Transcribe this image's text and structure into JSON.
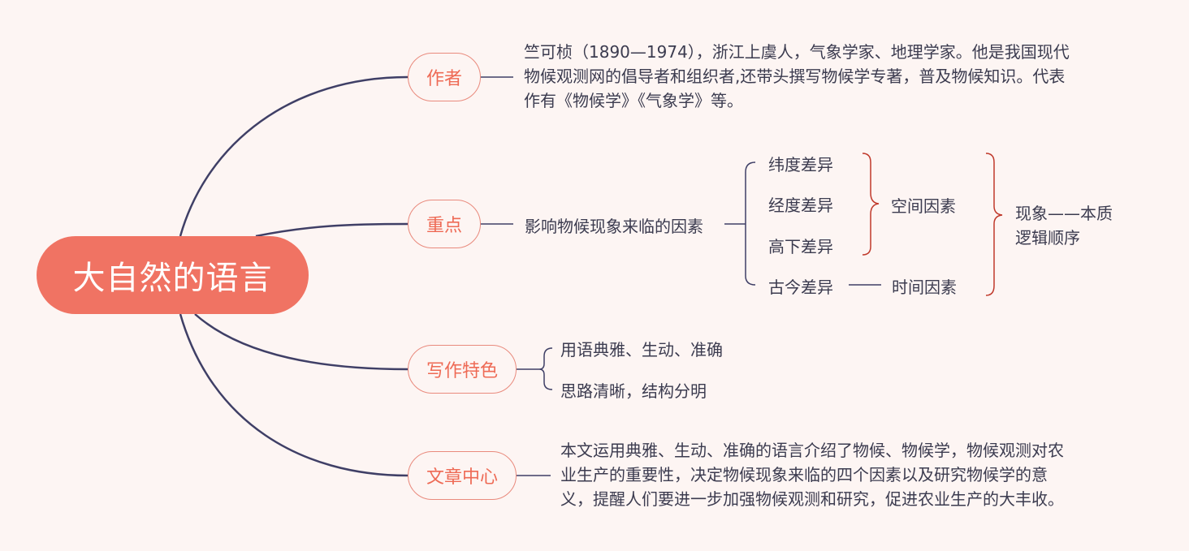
{
  "root": {
    "title": "大自然的语言"
  },
  "author": {
    "label": "作者",
    "lines": [
      "竺可桢（1890—1974），浙江上虞人，气象学家、地理学家。他是我国现代",
      "物候观测网的倡导者和组织者,还带头撰写物候学专著，普及物候知识。代表",
      "作有《物候学》《气象学》等。"
    ]
  },
  "focus": {
    "label": "重点",
    "factor": "影响物候现象来临的因素",
    "items": [
      "纬度差异",
      "经度差异",
      "高下差异",
      "古今差异"
    ],
    "space_group": "空间因素",
    "time_group": "时间因素",
    "order_lines": [
      "现象——本质",
      "逻辑顺序"
    ]
  },
  "style": {
    "label": "写作特色",
    "items": [
      "用语典雅、生动、准确",
      "思路清晰，结构分明"
    ]
  },
  "center": {
    "label": "文章中心",
    "lines": [
      "本文运用典雅、生动、准确的语言介绍了物候、物候学，物候观测对农",
      "业生产的重要性，决定物候现象来临的四个因素以及研究物候学的意",
      "义，提醒人们要进一步加强物候观测和研究，促进农业生产的大丰收。"
    ]
  },
  "colors": {
    "root_fill": "#f07363",
    "topic_text": "#ee6a55",
    "branch": "#3f3f66",
    "bracket_red": "#c0392b",
    "background": "#fdf5f3"
  }
}
